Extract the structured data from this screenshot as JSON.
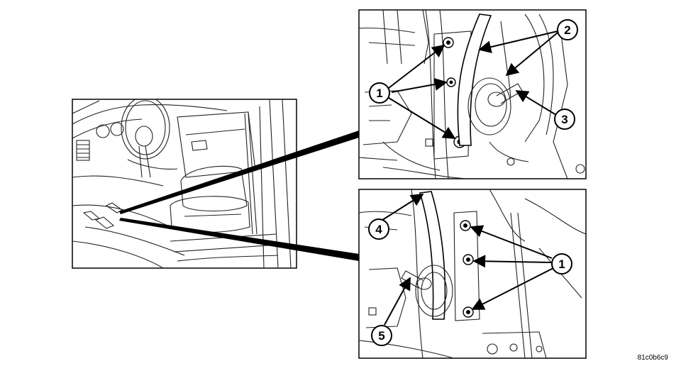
{
  "callouts": {
    "c1_top": "1",
    "c2": "2",
    "c3": "3",
    "c4": "4",
    "c1_bottom": "1",
    "c5": "5"
  },
  "reference_code": "81c0b6c9"
}
